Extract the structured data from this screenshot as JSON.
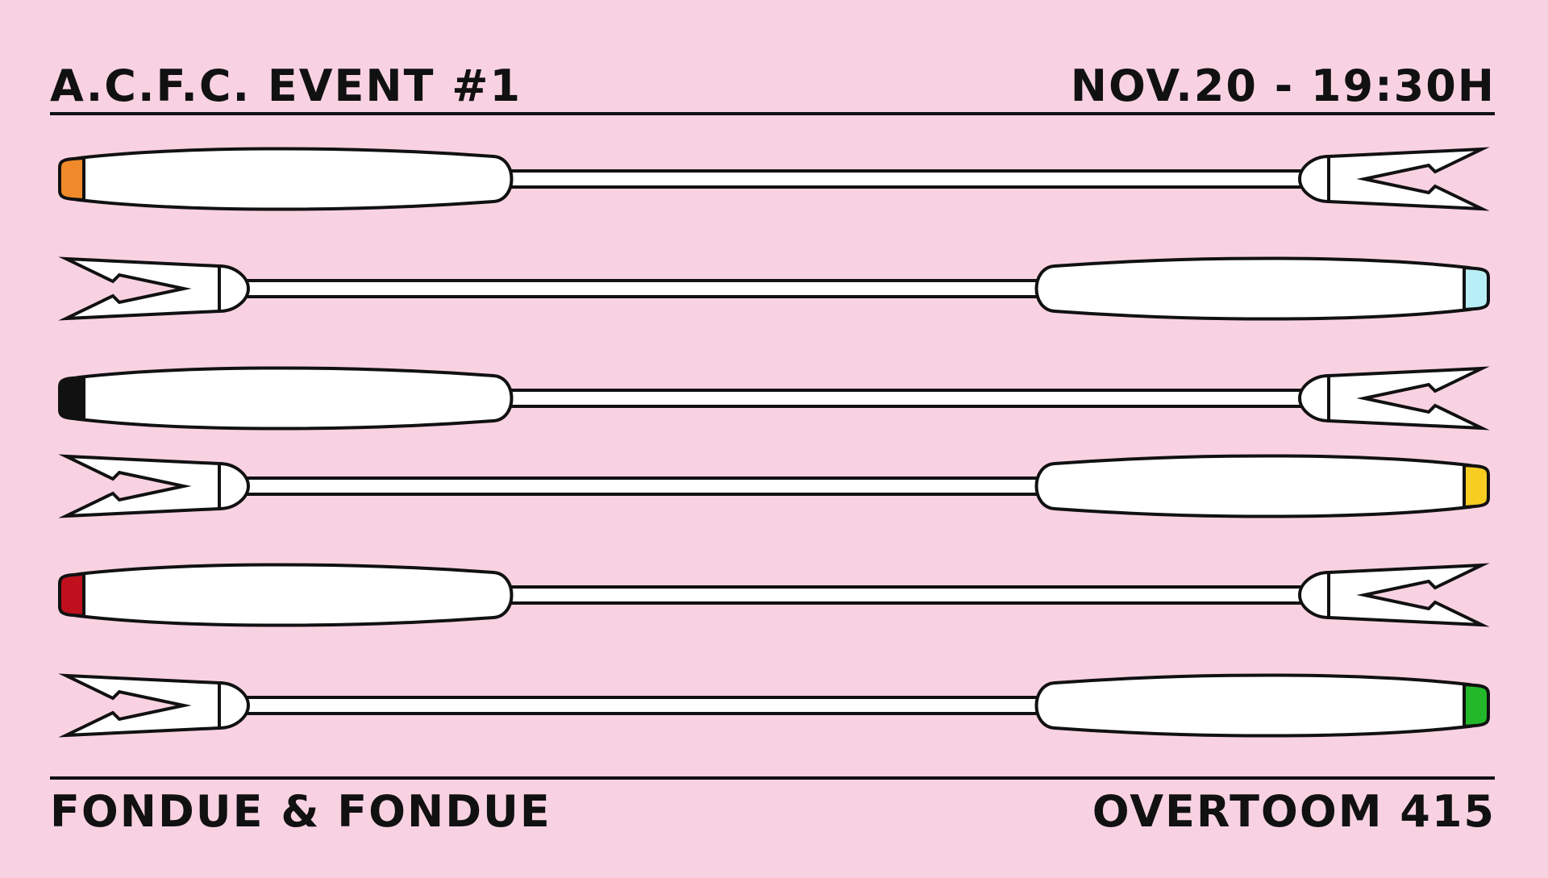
{
  "header": {
    "left_text": "A.C.F.C. EVENT #1",
    "right_text": "NOV.20 - 19:30H"
  },
  "footer": {
    "left_text": "FONDUE & FONDUE",
    "right_text": "OVERTOOM 415"
  },
  "colors": {
    "background": "#f9d2e2",
    "ink": "#111111",
    "handle": "#ffffff"
  },
  "forks": [
    {
      "tip_color": "#f08a2a",
      "handle_side": "left"
    },
    {
      "tip_color": "#b8eef5",
      "handle_side": "right"
    },
    {
      "tip_color": "#111111",
      "handle_side": "left"
    },
    {
      "tip_color": "#f7cd22",
      "handle_side": "right"
    },
    {
      "tip_color": "#c0101e",
      "handle_side": "left"
    },
    {
      "tip_color": "#22b82a",
      "handle_side": "right"
    }
  ]
}
